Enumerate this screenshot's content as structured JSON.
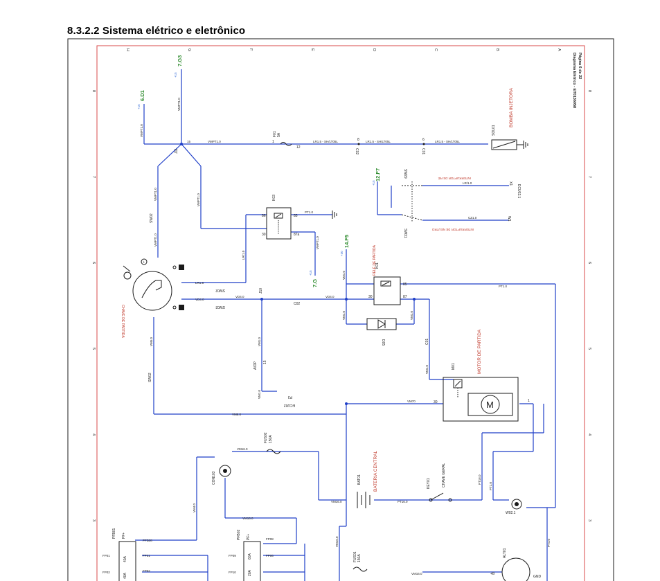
{
  "page": {
    "section_title": "8.3.2.2  Sistema elétrico e eletrônico"
  },
  "title_block": {
    "line1": "Diagrama Elétrico - ET0136058",
    "line2": "Página 6 de 22"
  },
  "grid": {
    "top_letters": [
      "H",
      "G",
      "F",
      "E",
      "D",
      "C",
      "B",
      "A"
    ],
    "side_numbers": [
      "8",
      "7",
      "6",
      "5",
      "4",
      "3"
    ]
  },
  "colors": {
    "wire": "#1f3fc8",
    "component": "#1a1a1a",
    "label_red": "#c0392b",
    "ref_green": "#2e8b2e",
    "ref_blue": "#3a6fd8",
    "border_red": "#d94a4a"
  },
  "labels": {
    "ref_7g3": "7.G3",
    "ref_6d1": "6.D1",
    "ref_12f7": "12.F7",
    "ref_14f5": "14.F5",
    "ref_7g": "7.G",
    "plus15": "+15",
    "plus30": "+30",
    "j11": "J11",
    "j10": "J10",
    "f01": "F01",
    "f01_rating": "5A",
    "c02": "C02",
    "c01": "C01",
    "sol01": "SOL01",
    "bomba_injetora": "BOMBA INJETORA",
    "sw29": "SW29",
    "sw31": "SW31",
    "interruptor_re": "INTERRUPTOR DE RÉ",
    "interruptor_neutro": "INTERRUPTOR DE NEUTRO",
    "ecu021": "ECU02.1",
    "x1": "X1",
    "w1": "W1",
    "k03": "K03",
    "k01": "K01",
    "rele_partida": "RELÉ DE PARTIDA",
    "sw02": "SW02",
    "chave_partida": "CHAVE DE PARTIDA",
    "d05": "D05",
    "motor_partida": "MOTOR DE PARTIDA",
    "m01": "M01",
    "aiop": "AIOP",
    "ecu02": "ECU02",
    "p3": "P3",
    "fus02": "FUS02",
    "fus02_rating": "150A",
    "fus01": "FUS01",
    "fus01_rating": "150A",
    "con103": "CON103",
    "bat01": "BAT01",
    "bateria_central": "BATERIA CENTRAL",
    "key01": "KEY01",
    "chave_geral": "CHAVE GERAL",
    "w021": "W02.1",
    "alt01": "ALT01",
    "gnd": "GND",
    "pfb01": "PFB01",
    "pfb02": "PFB02",
    "pf_plus": "PF+",
    "fp01": "FP01",
    "fp02": "FP02",
    "fp08": "FP08",
    "fp09": "FP09",
    "fp10": "FP10",
    "fp06": "FP06",
    "fp08b": "PFB08",
    "r40a": "40A",
    "r60a": "60A",
    "r20a": "20A",
    "w_lr15": "LR1.5",
    "w_vm0": "VM6.0",
    "w_pt10": "PT1.0",
    "w_vm10": "VM1.0",
    "w_vm160": "VM16.0",
    "w_pt160": "PT16.0",
    "w_vm40": "VM4.0",
    "w_pt40": "PT4.0",
    "w_vm5": "VM5.0",
    "w_lr10": "LR/1.0",
    "w_cz10": "CZ1.0",
    "w_vm70": "VM70",
    "w_vd40": "VD4.0",
    "w_vmpt": "VMPT1.0",
    "w_lrsh": "LR1.5 - SH/LT05L",
    "n15": "15",
    "n30": "30",
    "n50": "50",
    "n86": "86",
    "n85": "85",
    "n87a": "87a",
    "n87": "87",
    "n1": "1",
    "n2": "2",
    "n3": "3",
    "n6": "6",
    "n8": "8",
    "n10": "10",
    "n12": "12",
    "neg": "-",
    "pos_b": "+B",
    "m_symbol": "M"
  }
}
